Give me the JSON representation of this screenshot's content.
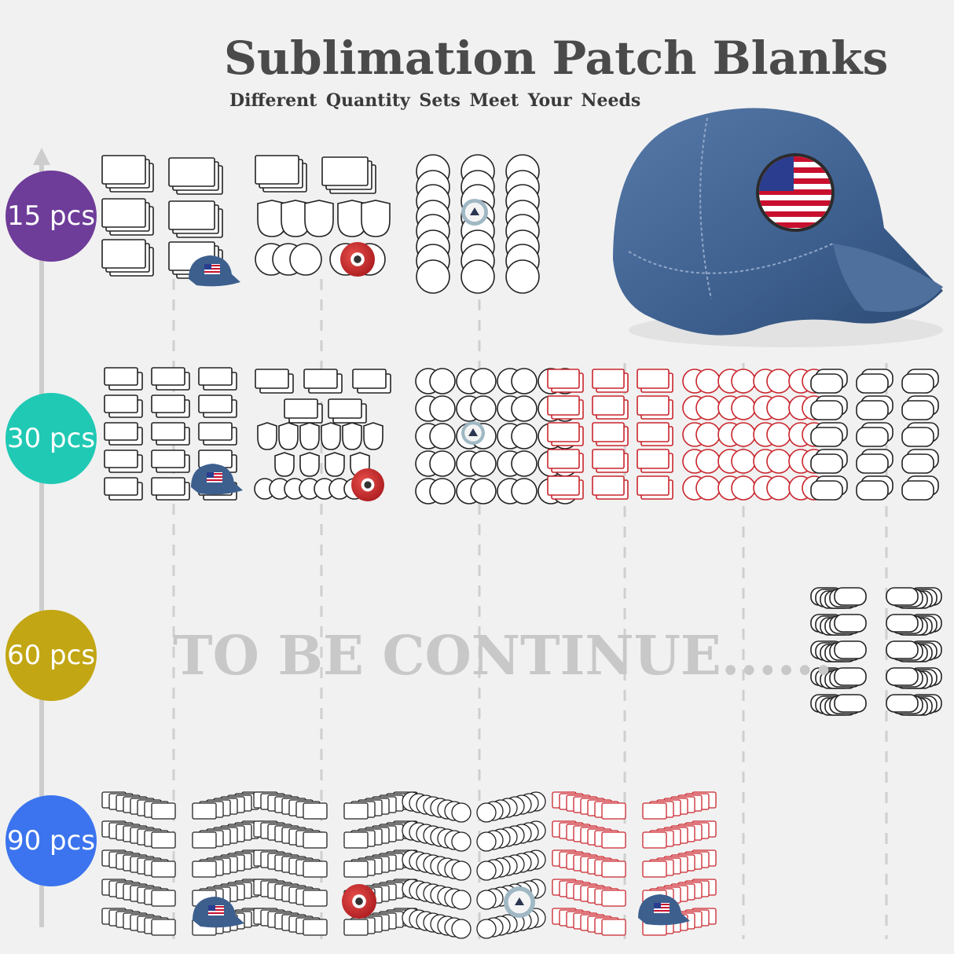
{
  "header": {
    "title": "Sublimation Patch Blanks",
    "subtitle": "Different Quantity Sets Meet Your Needs"
  },
  "levels": [
    {
      "label": "15 pcs",
      "color": "#6e3c99"
    },
    {
      "label": "30 pcs",
      "color": "#20c9b4"
    },
    {
      "label": "60 pcs",
      "color": "#c2a613"
    },
    {
      "label": "90 pcs",
      "color": "#3b74ee"
    }
  ],
  "watermark": "TO BE CONTINUE......",
  "colors": {
    "outline": "#222222",
    "red_outline": "#c9252c",
    "denim": "#3d5f8e",
    "dash": "#cfcfcf",
    "axis": "#cdcdcd"
  },
  "icons": [
    "denim-cap-icon",
    "flag-patch-icon",
    "eagle-patch-icon",
    "red-patch-icon"
  ]
}
